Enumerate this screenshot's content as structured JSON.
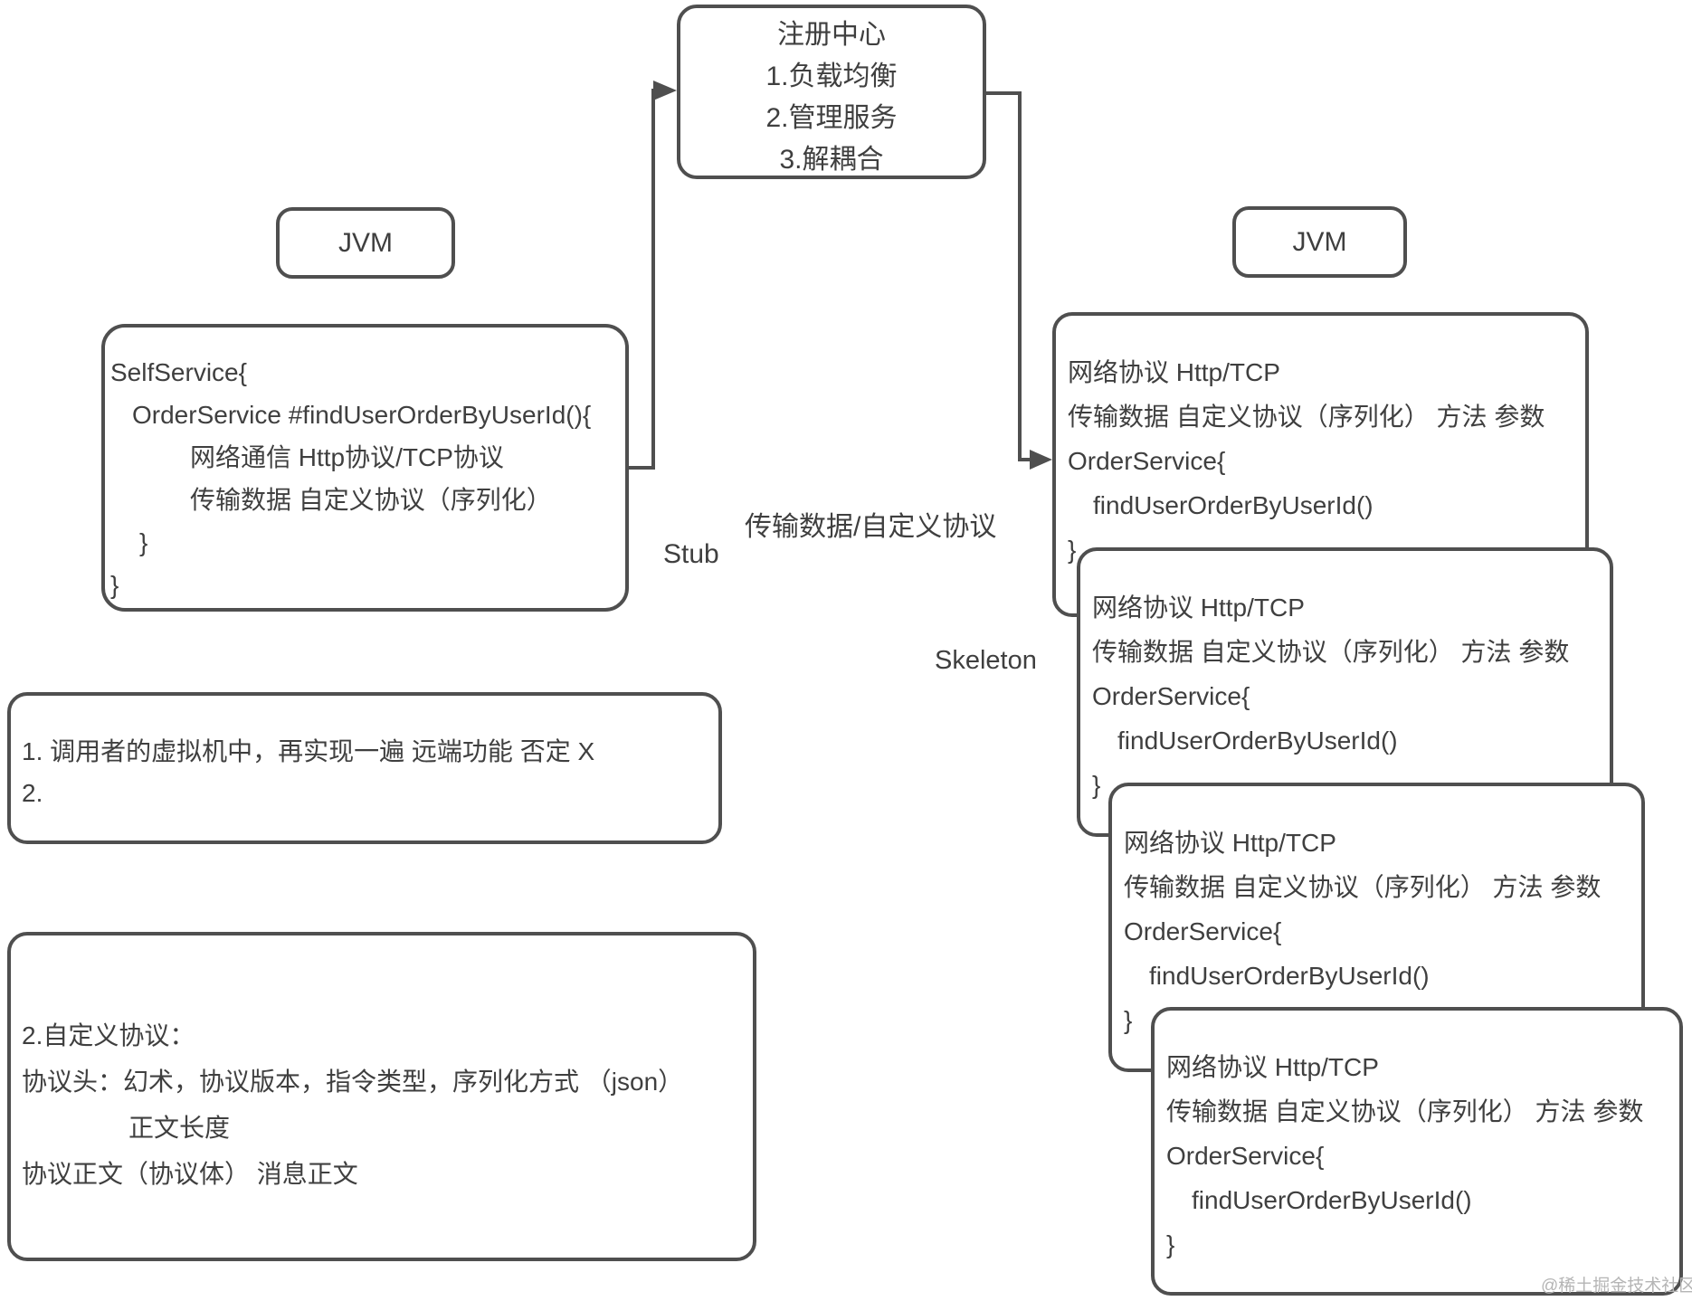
{
  "colors": {
    "line": "#4f4f4f",
    "text": "#3f3f3f",
    "watermark": "#b5b5b5",
    "background": "#ffffff"
  },
  "registry": {
    "lines": [
      "注册中心",
      "1.负载均衡",
      "2.管理服务",
      "3.解耦合"
    ]
  },
  "jvm_left": {
    "label": "JVM"
  },
  "jvm_right": {
    "label": "JVM"
  },
  "self_service": {
    "lines": [
      "SelfService{",
      "OrderService #findUserOrderByUserId(){",
      "网络通信 Http协议/TCP协议",
      "传输数据 自定义协议（序列化）",
      "}",
      "}"
    ]
  },
  "service_box": {
    "lines": [
      "网络协议 Http/TCP",
      "传输数据 自定义协议（序列化） 方法 参数",
      "OrderService{",
      "findUserOrderByUserId()",
      "}"
    ]
  },
  "labels": {
    "transfer": "传输数据/自定义协议",
    "stub": "Stub",
    "skeleton": "Skeleton"
  },
  "notes": {
    "note1": {
      "lines": [
        "1. 调用者的虚拟机中，再实现一遍 远端功能 否定 X",
        "2."
      ]
    },
    "note2": {
      "lines": [
        "2.自定义协议：",
        "协议头：幻术，协议版本，指令类型，序列化方式 （json）",
        "正文长度",
        "协议正文（协议体） 消息正文"
      ]
    }
  },
  "watermark": "@稀土掘金技术社区"
}
